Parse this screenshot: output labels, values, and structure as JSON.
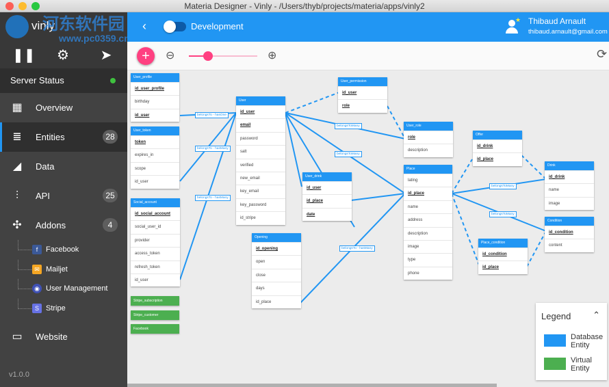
{
  "window": {
    "title": "Materia Designer - Vinly - /Users/thyb/projects/materia/apps/vinly2"
  },
  "app": {
    "name": "vinly",
    "watermark_a": "河东软件园",
    "watermark_b": "www.pc0359.cn",
    "version": "v1.0.0"
  },
  "server": {
    "label": "Server Status",
    "status_color": "#3fc13f"
  },
  "nav": [
    {
      "label": "Overview",
      "icon": "dashboard-icon",
      "badge": ""
    },
    {
      "label": "Entities",
      "icon": "database-icon",
      "badge": "28"
    },
    {
      "label": "Data",
      "icon": "data-icon",
      "badge": ""
    },
    {
      "label": "API",
      "icon": "api-icon",
      "badge": "25"
    },
    {
      "label": "Addons",
      "icon": "puzzle-icon",
      "badge": "4"
    }
  ],
  "addons": [
    {
      "label": "Facebook",
      "icon": "f",
      "color": "#3b5998"
    },
    {
      "label": "Mailjet",
      "icon": "✉",
      "color": "#f5a623"
    },
    {
      "label": "User Management",
      "icon": "◉",
      "color": "#3f51b5"
    },
    {
      "label": "Stripe",
      "icon": "S",
      "color": "#6772e5"
    }
  ],
  "website": {
    "label": "Website"
  },
  "topbar": {
    "env_label": "Development",
    "user_name": "Thibaud Arnault",
    "user_email": "thibaud.arnault@gmail.com"
  },
  "toolbar": {
    "zoom_level": 0.28
  },
  "colors": {
    "accent": "#2196f3",
    "virtual": "#4caf50",
    "add": "#ff4081"
  },
  "entities": {
    "user_profile": {
      "title": "User_profile",
      "fields": [
        "id_user_profile",
        "birthday",
        "id_user"
      ]
    },
    "user_token": {
      "title": "User_token",
      "fields": [
        "token",
        "expires_in",
        "scope",
        "id_user"
      ]
    },
    "social_account": {
      "title": "Social_account",
      "fields": [
        "id_social_account",
        "social_user_id",
        "provider",
        "access_token",
        "refresh_token",
        "id_user"
      ]
    },
    "user": {
      "title": "User",
      "fields": [
        "id_user",
        "email",
        "password",
        "salt",
        "verified",
        "new_email",
        "key_email",
        "key_password",
        "id_stripe"
      ]
    },
    "user_permission": {
      "title": "User_permission",
      "fields": [
        "id_user",
        "role"
      ]
    },
    "user_drink": {
      "title": "User_drink",
      "fields": [
        "id_user",
        "id_place",
        "date"
      ]
    },
    "opening": {
      "title": "Opening",
      "fields": [
        "id_opening",
        "open",
        "close",
        "days",
        "id_place"
      ]
    },
    "user_role": {
      "title": "User_role",
      "fields": [
        "role",
        "description"
      ]
    },
    "place": {
      "title": "Place",
      "fields": [
        "lating",
        "id_place",
        "name",
        "address",
        "description",
        "image",
        "type",
        "phone"
      ]
    },
    "offer": {
      "title": "Offer",
      "fields": [
        "id_drink",
        "id_place"
      ]
    },
    "drink": {
      "title": "Drink",
      "fields": [
        "id_drink",
        "name",
        "image"
      ]
    },
    "condition": {
      "title": "Condition",
      "fields": [
        "id_condition",
        "content"
      ]
    },
    "place_condition": {
      "title": "Place_condition",
      "fields": [
        "id_condition",
        "id_place"
      ]
    }
  },
  "virtual_entities": [
    "Stripe_subscription",
    "Stripe_customer",
    "Facebook"
  ],
  "relations": {
    "belongs_one": "belongsTo - hasOne",
    "belongs_many": "belongsTo - hasMany",
    "many": "belongsToMany"
  },
  "legend": {
    "title": "Legend",
    "db": "Database Entity",
    "virtual": "Virtual Entity"
  }
}
